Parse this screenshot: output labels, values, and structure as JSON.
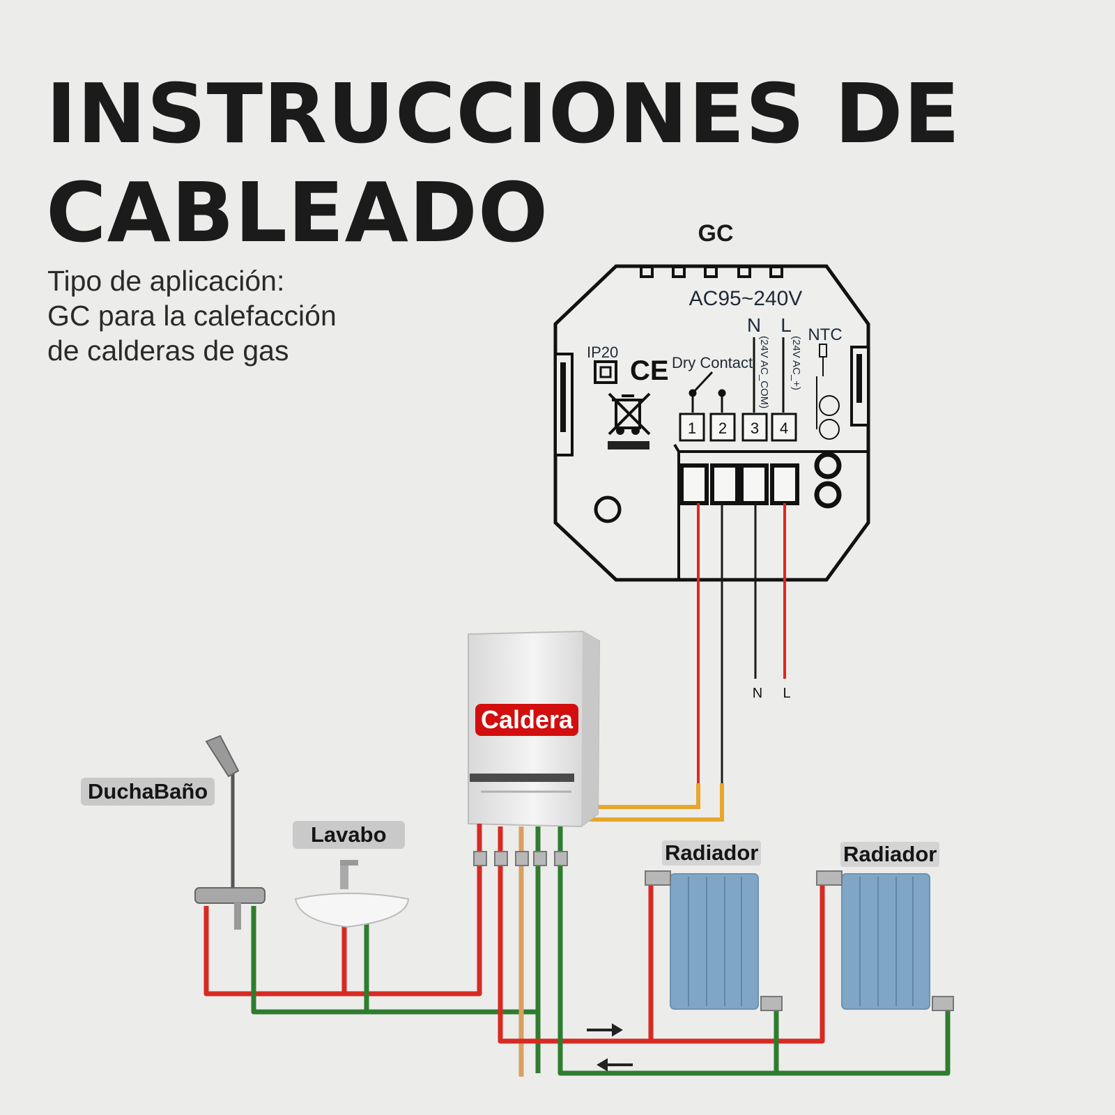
{
  "header": {
    "title_line1": "INSTRUCCIONES DE",
    "title_line2": "CABLEADO",
    "subtitle_lines": [
      "Tipo de aplicación:",
      "GC para la calefacción",
      "de calderas de gas"
    ]
  },
  "thermostat": {
    "model": "GC",
    "voltage": "AC95~240V",
    "ip_rating": "IP20",
    "ce_mark": "CE",
    "dry_contact": "Dry Contact",
    "n_label": "N",
    "l_label": "L",
    "ntc_label": "NTC",
    "n_note": "(24V AC_COM)",
    "l_note": "(24V AC_+)",
    "terminals": [
      "1",
      "2",
      "3",
      "4"
    ]
  },
  "wires": {
    "n_end": "N",
    "l_end": "L"
  },
  "components": {
    "boiler": "Caldera",
    "shower": "DuchaBaño",
    "sink": "Lavabo",
    "radiator_1": "Radiador",
    "radiator_2": "Radiador"
  },
  "colors": {
    "hot_pipe": "#d62a22",
    "return_pipe": "#2e7d2e",
    "gas_pipe": "#d9a060",
    "wire_red": "#e0261e",
    "wire_black": "#1a1a1a",
    "boiler_wire": "#e8a62a",
    "radiator": "#7fa6c6"
  }
}
